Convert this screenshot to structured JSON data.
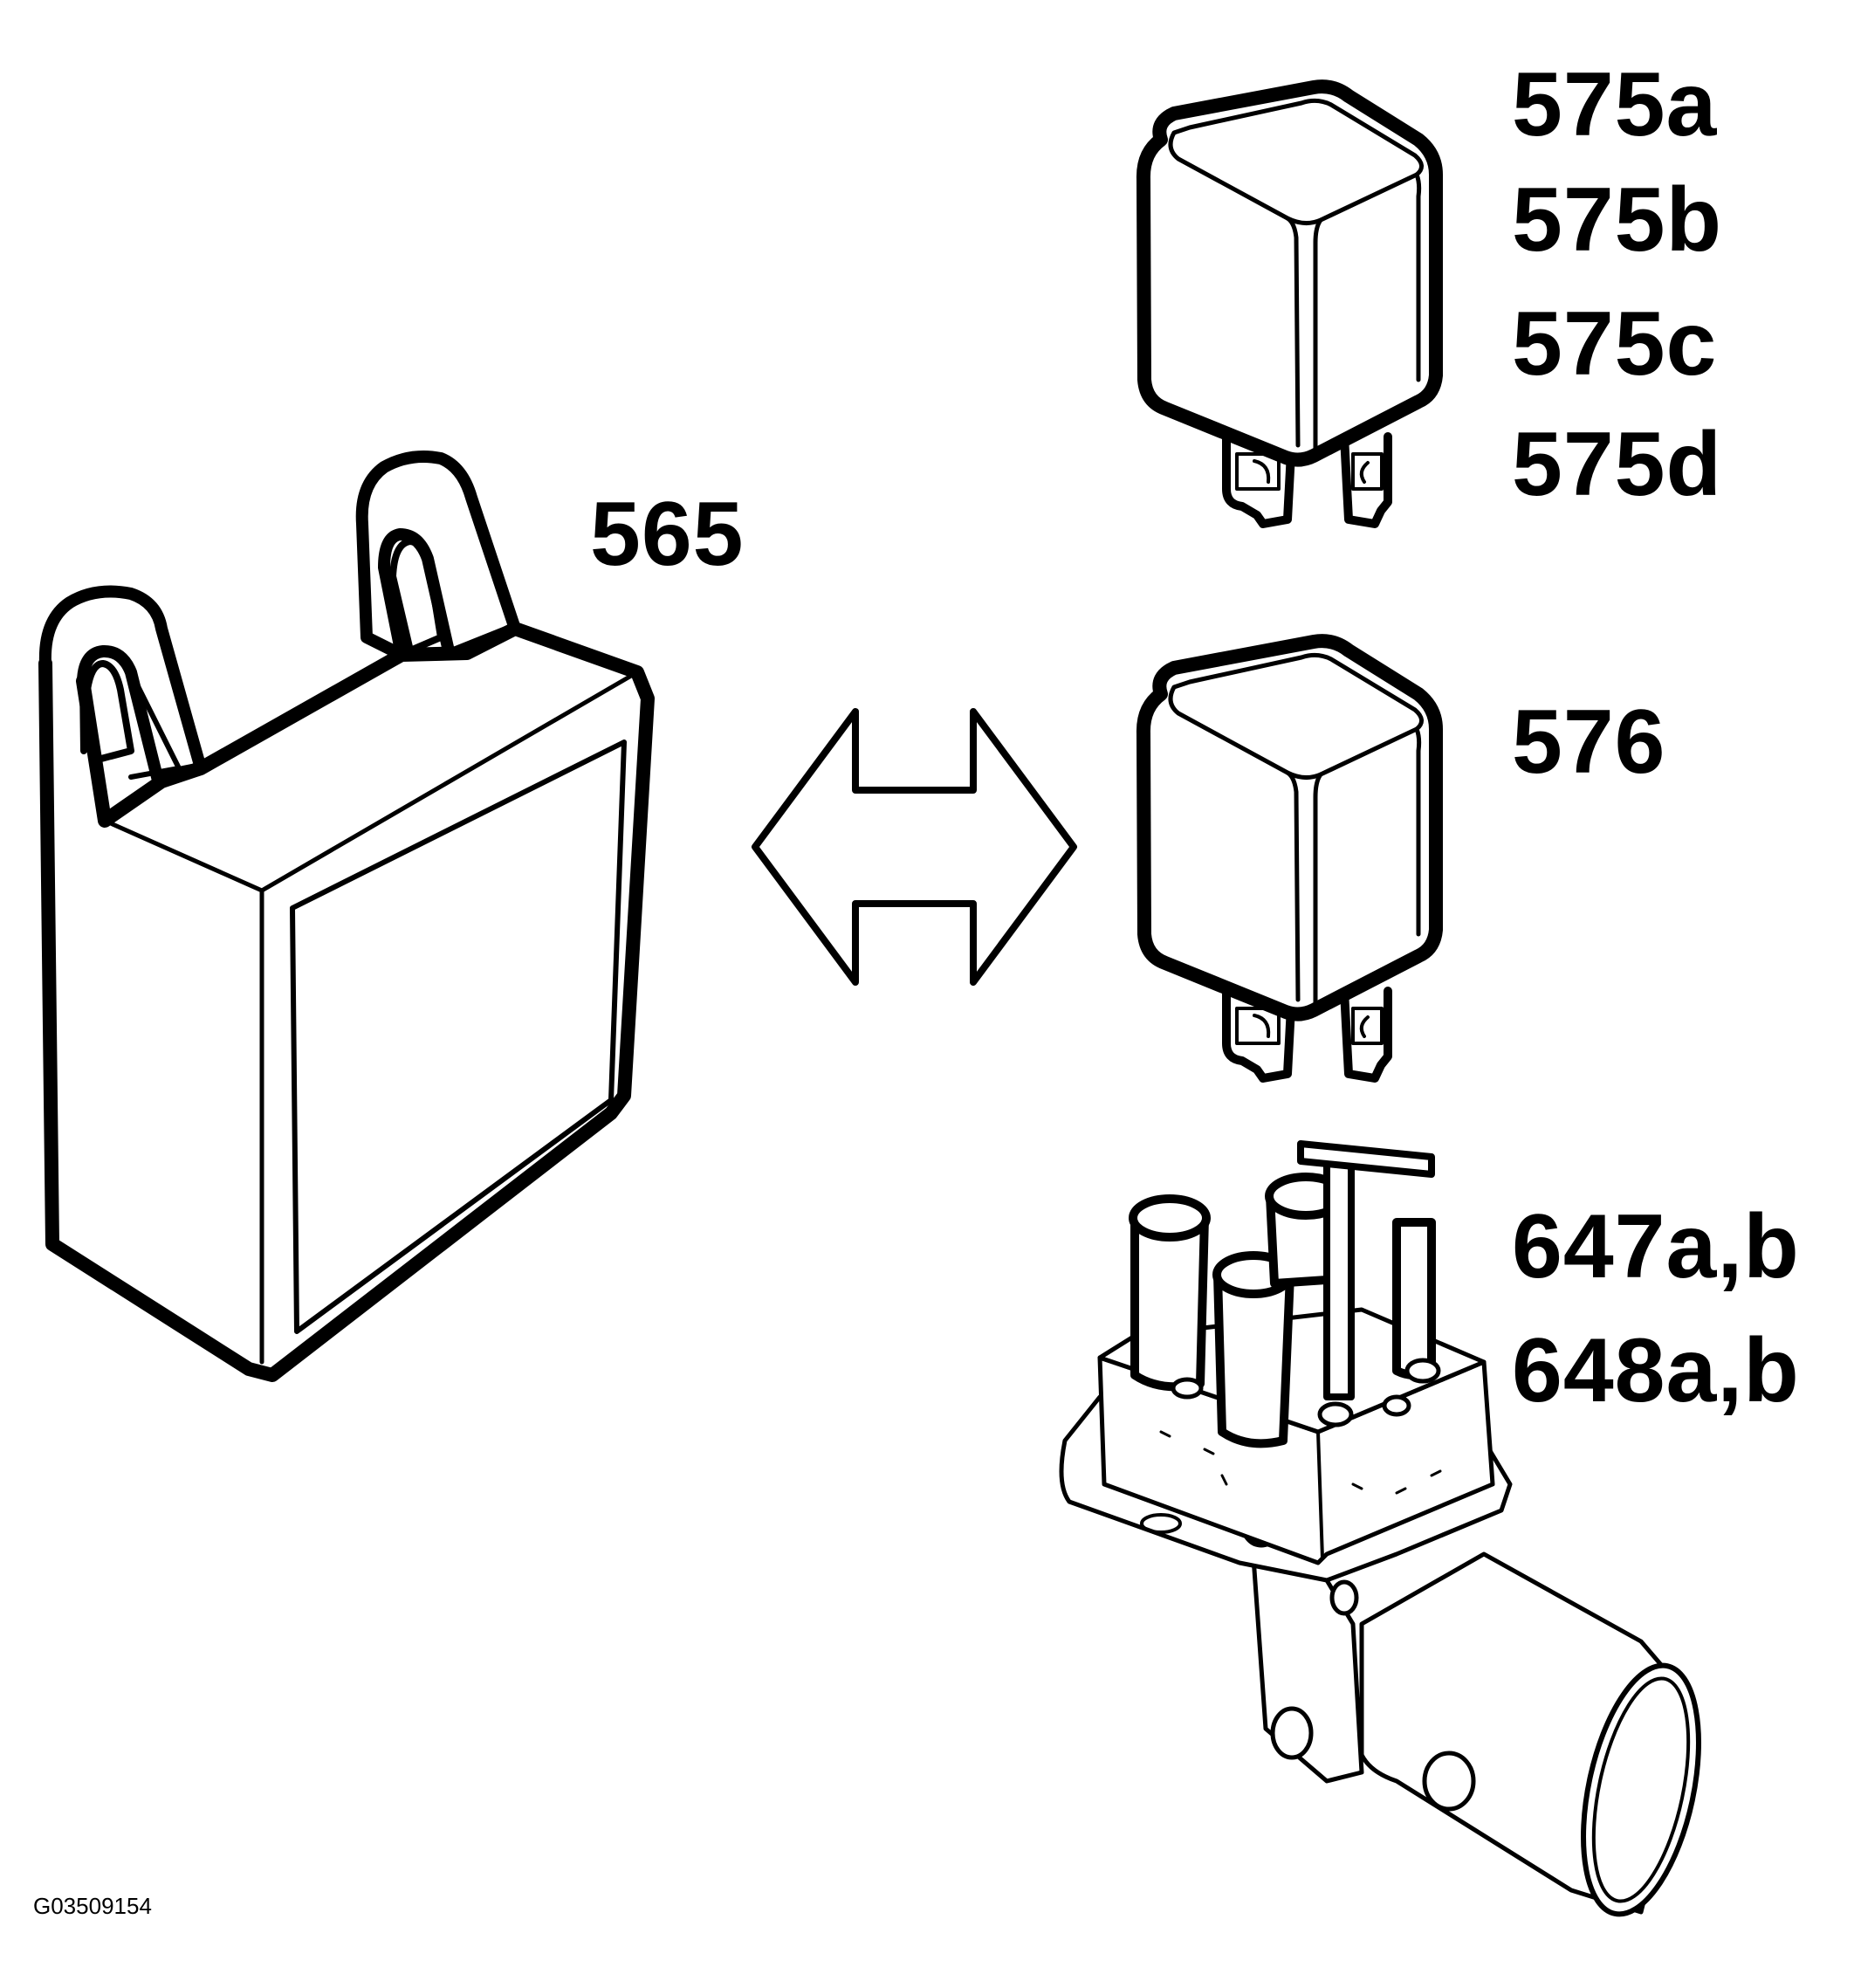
{
  "labels": {
    "control_module": "565",
    "relay_top_a": "575a",
    "relay_top_b": "575b",
    "relay_top_c": "575c",
    "relay_top_d": "575d",
    "relay_bottom": "576",
    "hydraulic_unit_a": "647a,b",
    "hydraulic_unit_b": "648a,b",
    "figure_code": "G03509154"
  },
  "colors": {
    "line": "#000000",
    "background": "#ffffff"
  },
  "icons": [
    "control-module-icon",
    "double-arrow-icon",
    "relay-icon",
    "hydraulic-unit-icon"
  ]
}
